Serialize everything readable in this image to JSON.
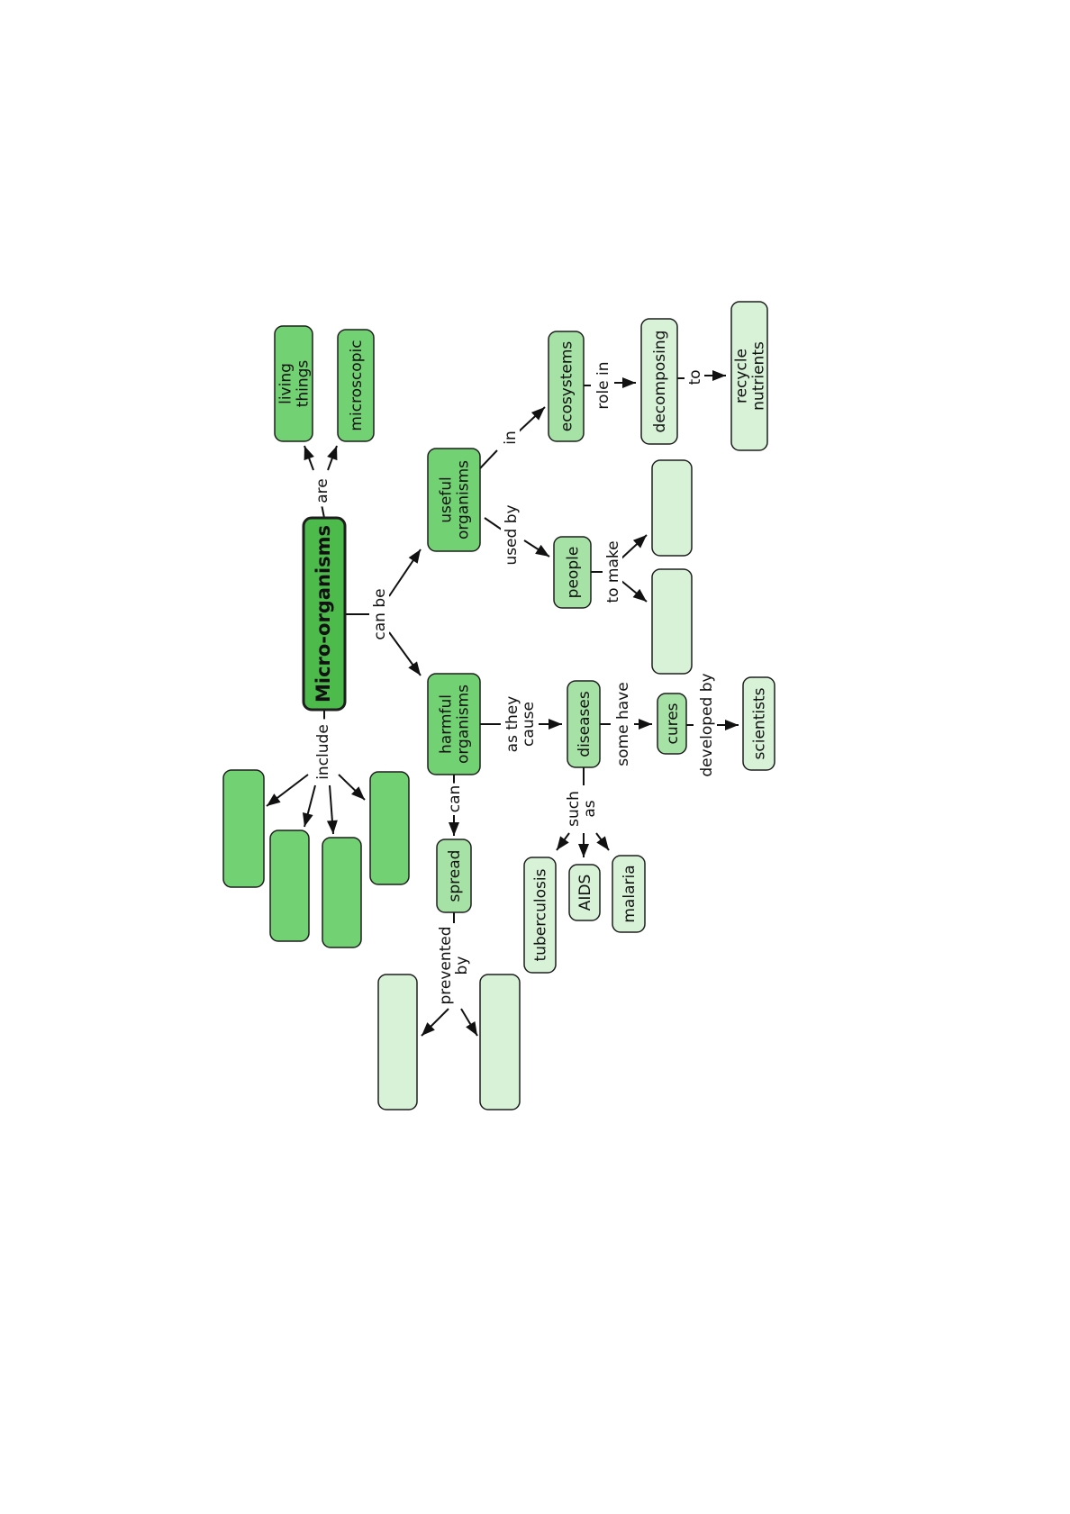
{
  "colors": {
    "root_fill": "#4cbb4c",
    "level1_fill": "#72d172",
    "level2_fill": "#a6e2a6",
    "level3_fill": "#d8f2d8",
    "stroke": "#1e1e1e"
  },
  "concepts": {
    "root": "Micro-organisms",
    "living_things": "living things",
    "microscopic": "microscopic",
    "useful_organisms": "useful organisms",
    "harmful_organisms": "harmful organisms",
    "ecosystems": "ecosystems",
    "decomposing": "decomposing",
    "recycle_nutrients": "recycle nutrients",
    "people": "people",
    "diseases": "diseases",
    "cures": "cures",
    "scientists": "scientists",
    "spread": "spread",
    "tuberculosis": "tuberculosis",
    "aids": "AIDS",
    "malaria": "malaria",
    "blank": ""
  },
  "linking_phrases": {
    "are": "are",
    "include": "include",
    "can_be": "can be",
    "in": "in",
    "role_in": "role in",
    "to": "to",
    "used_by": "used by",
    "to_make": "to make",
    "as_they_cause": "as they cause",
    "some_have": "some have",
    "developed_by": "developed by",
    "can": "can",
    "such_as": "such as",
    "prevented_by": "prevented by"
  }
}
